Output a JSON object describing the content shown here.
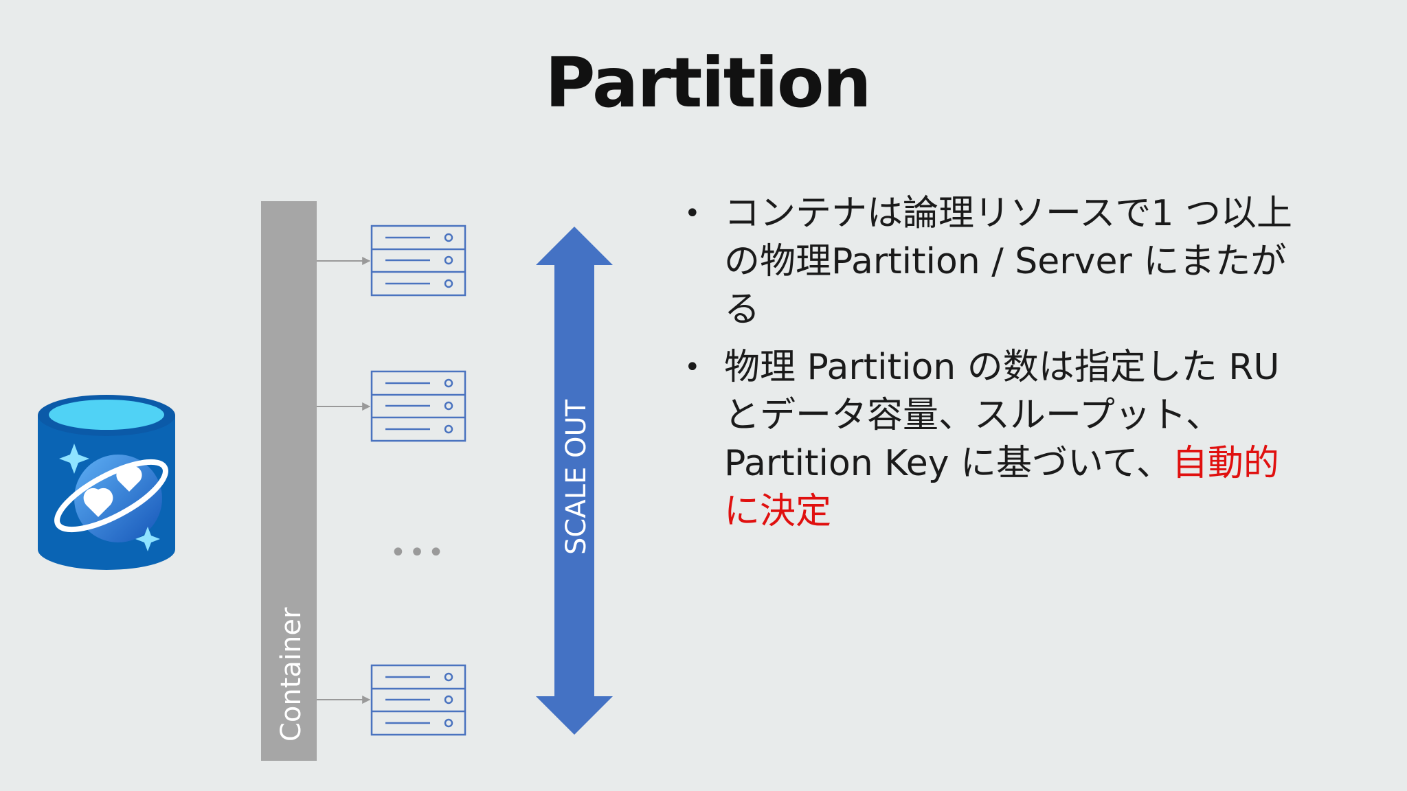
{
  "title": "Partition",
  "diagram": {
    "container_label": "Container",
    "scale_out_label": "SCALE OUT",
    "ellipsis": "•••",
    "colors": {
      "container_bar": "#a6a6a6",
      "server_stroke": "#4a73bf",
      "arrow_fill": "#4472c4",
      "db_icon_body": "#0a64b4",
      "db_icon_top": "#50d2f5",
      "highlight_text": "#e0100f"
    },
    "icons": [
      "cosmos-db-icon",
      "server-icon",
      "server-icon",
      "server-icon"
    ]
  },
  "bullets": [
    {
      "text": "コンテナは論理リソースで1 つ以上の物理Partition / Server にまたがる",
      "highlight": ""
    },
    {
      "text": "物理 Partition の数は指定した RU とデータ容量、スループット、Partition Key に基づいて、",
      "highlight": "自動的に決定"
    }
  ]
}
